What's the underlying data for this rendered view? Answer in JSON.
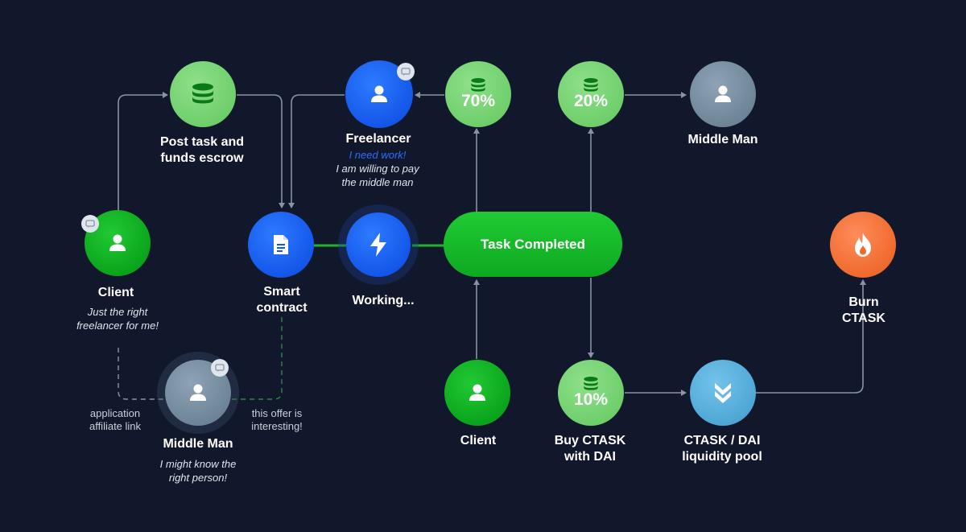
{
  "nodes": {
    "client_top": {
      "label": "Client",
      "note": [
        "Just the right",
        "freelancer for me!"
      ]
    },
    "post_task": {
      "label": [
        "Post task and",
        "funds escrow"
      ]
    },
    "freelancer": {
      "label": "Freelancer",
      "note_highlight": "I need work!",
      "note": [
        "I am willing to pay",
        "the middle man"
      ]
    },
    "pct_70": {
      "value": "70%"
    },
    "pct_20": {
      "value": "20%"
    },
    "pct_10": {
      "value": "10%"
    },
    "middle_man_top": {
      "label": "Middle Man"
    },
    "smart_contract": {
      "label": [
        "Smart",
        "contract"
      ]
    },
    "working": {
      "label": "Working..."
    },
    "task_completed": {
      "label": "Task Completed"
    },
    "burn": {
      "label": [
        "Burn",
        "CTASK"
      ]
    },
    "middle_man_bottom": {
      "label": "Middle Man",
      "note": [
        "I might know the",
        "right person!"
      ]
    },
    "client_bottom": {
      "label": "Client"
    },
    "buy_ctask": {
      "label": [
        "Buy CTASK",
        "with DAI"
      ]
    },
    "liquidity_pool": {
      "label": [
        "CTASK / DAI",
        "liquidity pool"
      ]
    }
  },
  "edge_notes": {
    "application_affiliate": [
      "application",
      "affiliate link"
    ],
    "offer_interesting": [
      "this offer is",
      "interesting!"
    ]
  },
  "icons": {
    "client_top": "user-icon",
    "post_task": "database-icon",
    "freelancer": "user-icon",
    "middle_man": "user-icon",
    "smart_contract": "document-icon",
    "working": "lightning-icon",
    "burn": "flame-icon",
    "liquidity_pool": "chevrons-down-icon",
    "badge": "chat-icon"
  },
  "colors": {
    "background": "#11182b",
    "green_dark": "#0aa51c",
    "green_light": "#6fcf6b",
    "blue": "#1457ea",
    "gray": "#6e8598",
    "teal": "#4fa7d6",
    "orange": "#f06a2e",
    "connector": "#8a93a3",
    "connector_green": "#1fb42d"
  }
}
